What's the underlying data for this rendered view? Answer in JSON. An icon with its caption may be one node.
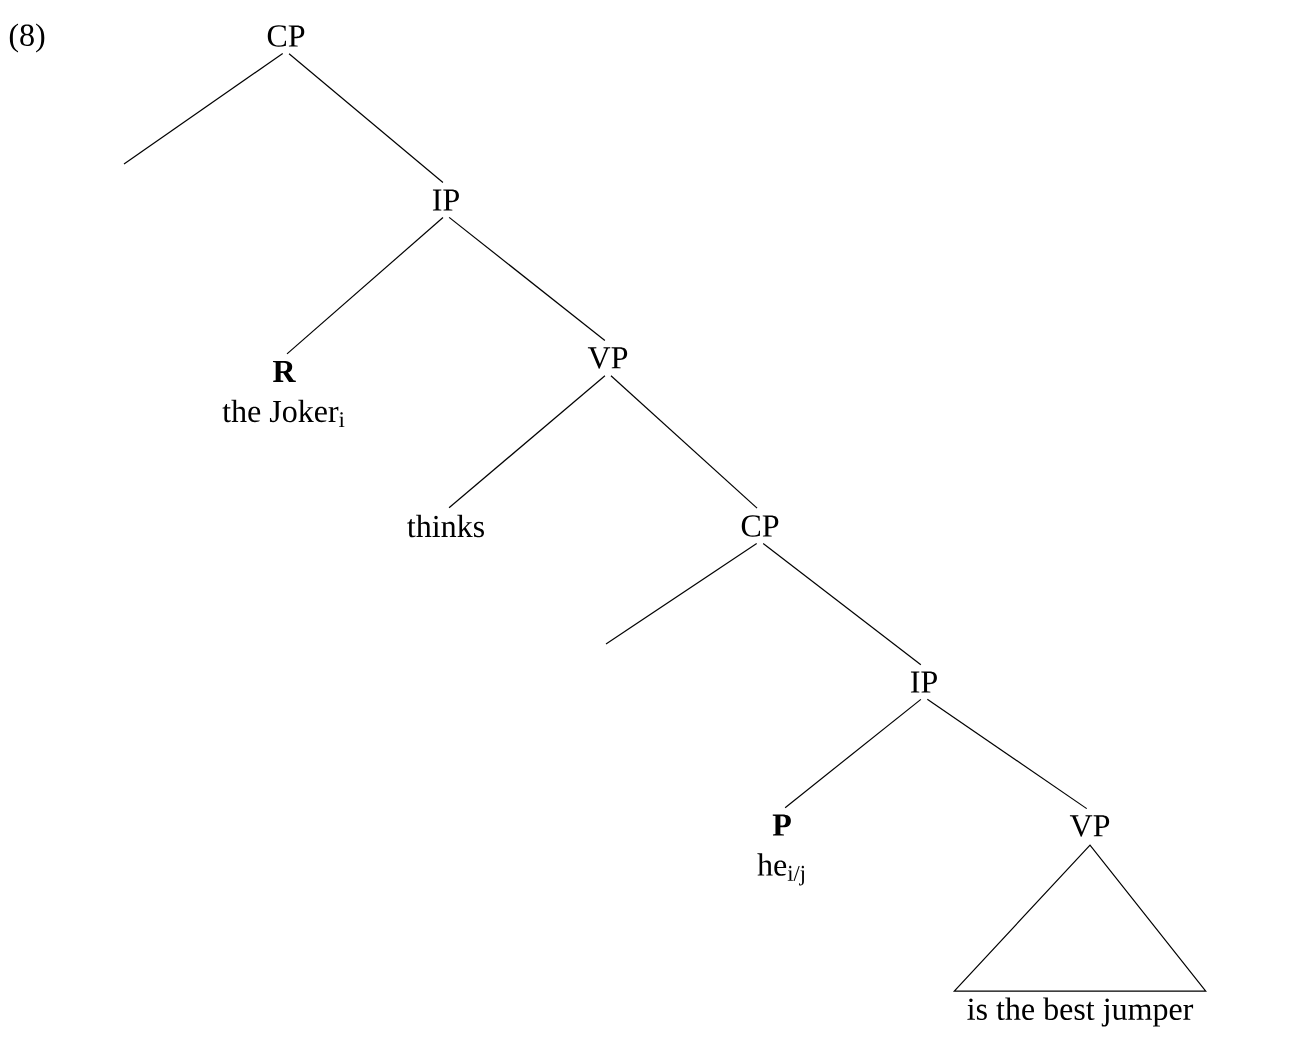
{
  "diagram": {
    "nodes": [
      {
        "text": [
          "CP"
        ]
      },
      {
        "text": [
          "IP"
        ]
      },
      {
        "text": [
          "R",
          "the Joker$_{i}$"
        ]
      },
      {
        "text": [
          "VP"
        ]
      },
      {
        "text": [
          "thinks"
        ]
      },
      {
        "text": [
          "CP"
        ]
      },
      {
        "text": [
          "IP"
        ]
      },
      {
        "text": [
          "P",
          "he$_{i/j}$"
        ]
      },
      {
        "text": [
          "VP"
        ]
      },
      {
        "text": [
          "is the best jumper"
        ]
      }
    ],
    "edges": [
      {
        "from": 0,
        "to": null,
        "arrow": "none"
      },
      {
        "from": 0,
        "to": 1,
        "arrow": "none"
      },
      {
        "from": 1,
        "to": 2,
        "arrow": "none"
      },
      {
        "from": 1,
        "to": 3,
        "arrow": "none"
      },
      {
        "from": 3,
        "to": 4,
        "arrow": "none"
      },
      {
        "from": 3,
        "to": 5,
        "arrow": "none"
      },
      {
        "from": 5,
        "to": null,
        "arrow": "none"
      },
      {
        "from": 5,
        "to": 6,
        "arrow": "none"
      },
      {
        "from": 6,
        "to": 7,
        "arrow": "none"
      },
      {
        "from": 6,
        "to": 8,
        "arrow": "none"
      },
      {
        "from": 8,
        "to": 9,
        "arrow": "none"
      }
    ],
    "labels": [
      "(8)"
    ]
  }
}
